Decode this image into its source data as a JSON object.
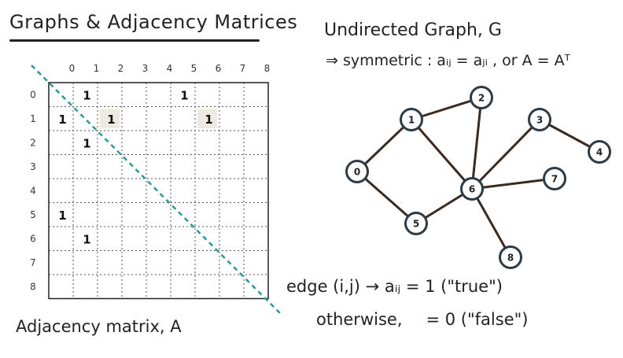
{
  "title": "Graphs & Adjacency Matrices",
  "graph_title": "Undirected Graph, G",
  "symmetric_text": "⇒ symmetric : aᵢⱼ = aⱼᵢ , or A = Aᵀ",
  "matrix_caption": "Adjacency matrix, A",
  "edge_rule": "edge (i,j) → aᵢⱼ = 1 (\"true\")",
  "otherwise_label": "otherwise,",
  "otherwise_value": "= 0 (\"false\")",
  "colors": {
    "diagonal": "#2a9a94",
    "highlight": "#efe9e3",
    "edge": "#3a2a22",
    "node_stroke": "#2e3a44"
  },
  "matrix": {
    "col_labels": [
      "0",
      "1",
      "2",
      "3",
      "4",
      "5",
      "6",
      "7",
      "8"
    ],
    "row_labels": [
      "0",
      "1",
      "2",
      "3",
      "4",
      "5",
      "6",
      "7",
      "8"
    ],
    "entries": [
      {
        "row": 0,
        "col": 1,
        "value": "1"
      },
      {
        "row": 0,
        "col": 5,
        "value": "1"
      },
      {
        "row": 1,
        "col": 0,
        "value": "1"
      },
      {
        "row": 1,
        "col": 2,
        "value": "1",
        "highlight": true
      },
      {
        "row": 1,
        "col": 6,
        "value": "1",
        "highlight": true
      },
      {
        "row": 2,
        "col": 1,
        "value": "1"
      },
      {
        "row": 5,
        "col": 0,
        "value": "1"
      },
      {
        "row": 6,
        "col": 1,
        "value": "1"
      }
    ]
  },
  "graph": {
    "nodes": [
      "0",
      "1",
      "2",
      "3",
      "4",
      "5",
      "6",
      "7",
      "8"
    ],
    "edges": [
      [
        "0",
        "1"
      ],
      [
        "0",
        "5"
      ],
      [
        "1",
        "2"
      ],
      [
        "1",
        "6"
      ],
      [
        "2",
        "6"
      ],
      [
        "3",
        "4"
      ],
      [
        "3",
        "6"
      ],
      [
        "5",
        "6"
      ],
      [
        "6",
        "7"
      ],
      [
        "6",
        "8"
      ]
    ]
  }
}
